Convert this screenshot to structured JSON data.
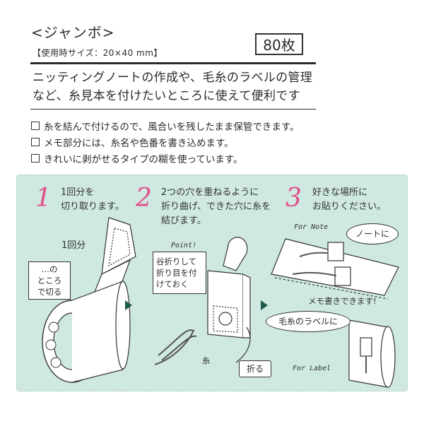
{
  "header": {
    "title": "<ジャンボ>",
    "size_info": "【使用時サイズ：20×40 mm】",
    "count": "80枚"
  },
  "description": {
    "line1": "ニッティングノートの作成や、毛糸のラベルの管理",
    "line2": "など、糸見本を付けたいところに使えて便利です"
  },
  "features": [
    "糸を結んで付けるので、風合いを残したまま保管できます。",
    "メモ部分には、糸名や色番を書き込めます。",
    "きれいに剥がせるタイプの糊を使っています。"
  ],
  "steps": [
    {
      "num": "1",
      "line1": "1回分を",
      "line2": "切り取ります。"
    },
    {
      "num": "2",
      "line1": "2つの穴を重ねるように",
      "line2": "折り曲げ、できた穴に糸を",
      "line3": "結びます。"
    },
    {
      "num": "3",
      "line1": "好きな場所に",
      "line2": "お貼りください。"
    }
  ],
  "illustration": {
    "one_piece": "1回分",
    "cut_here_1": "…の",
    "cut_here_2": "ところ",
    "cut_here_3": "で切る",
    "point": "Point!",
    "valley_fold_1": "谷折りして",
    "valley_fold_2": "折り目を付",
    "valley_fold_3": "けておく",
    "thread": "糸",
    "fold": "折る",
    "for_note": "For Note",
    "to_notebook": "ノートに",
    "memo_writable": "メモ書きできます!",
    "for_label": "For Label",
    "to_yarn_label": "毛糸のラベルに"
  },
  "colors": {
    "panel_bg": "#cfe8e1",
    "step_number": "#e24f86",
    "arrow": "#1f5a4a"
  }
}
